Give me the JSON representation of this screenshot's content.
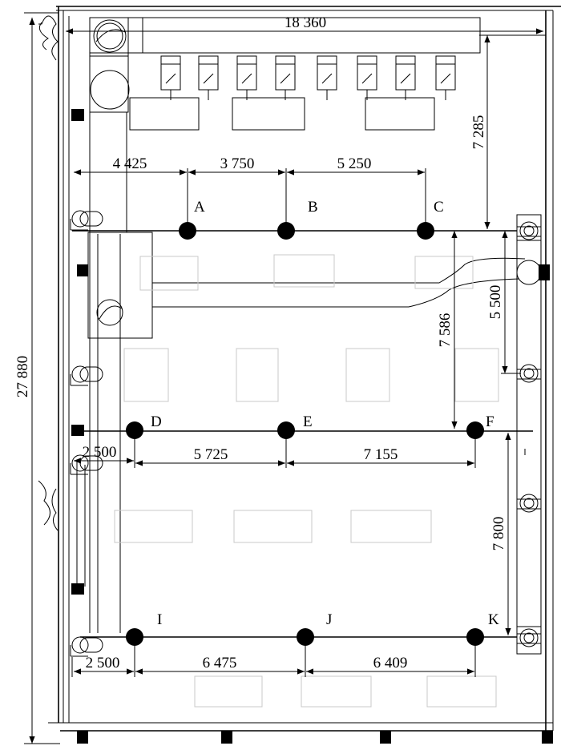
{
  "diagram": {
    "points": {
      "A": "A",
      "B": "B",
      "C": "C",
      "D": "D",
      "E": "E",
      "F": "F",
      "I": "I",
      "J": "J",
      "K": "K"
    },
    "dimensions": {
      "overall_height": "27 880",
      "overall_width": "18 360",
      "ab_offset": "4 425",
      "ab_span": "3 750",
      "bc_span": "5 250",
      "right_to_row1": "7 285",
      "row1_to_row2": "7 586",
      "column_to_right_wall": "5 500",
      "d_offset": "2 500",
      "de_span": "5 725",
      "ef_span": "7 155",
      "row2_to_row3": "7 800",
      "i_offset": "2 500",
      "ij_span": "6 475",
      "jk_span": "6 409"
    }
  }
}
